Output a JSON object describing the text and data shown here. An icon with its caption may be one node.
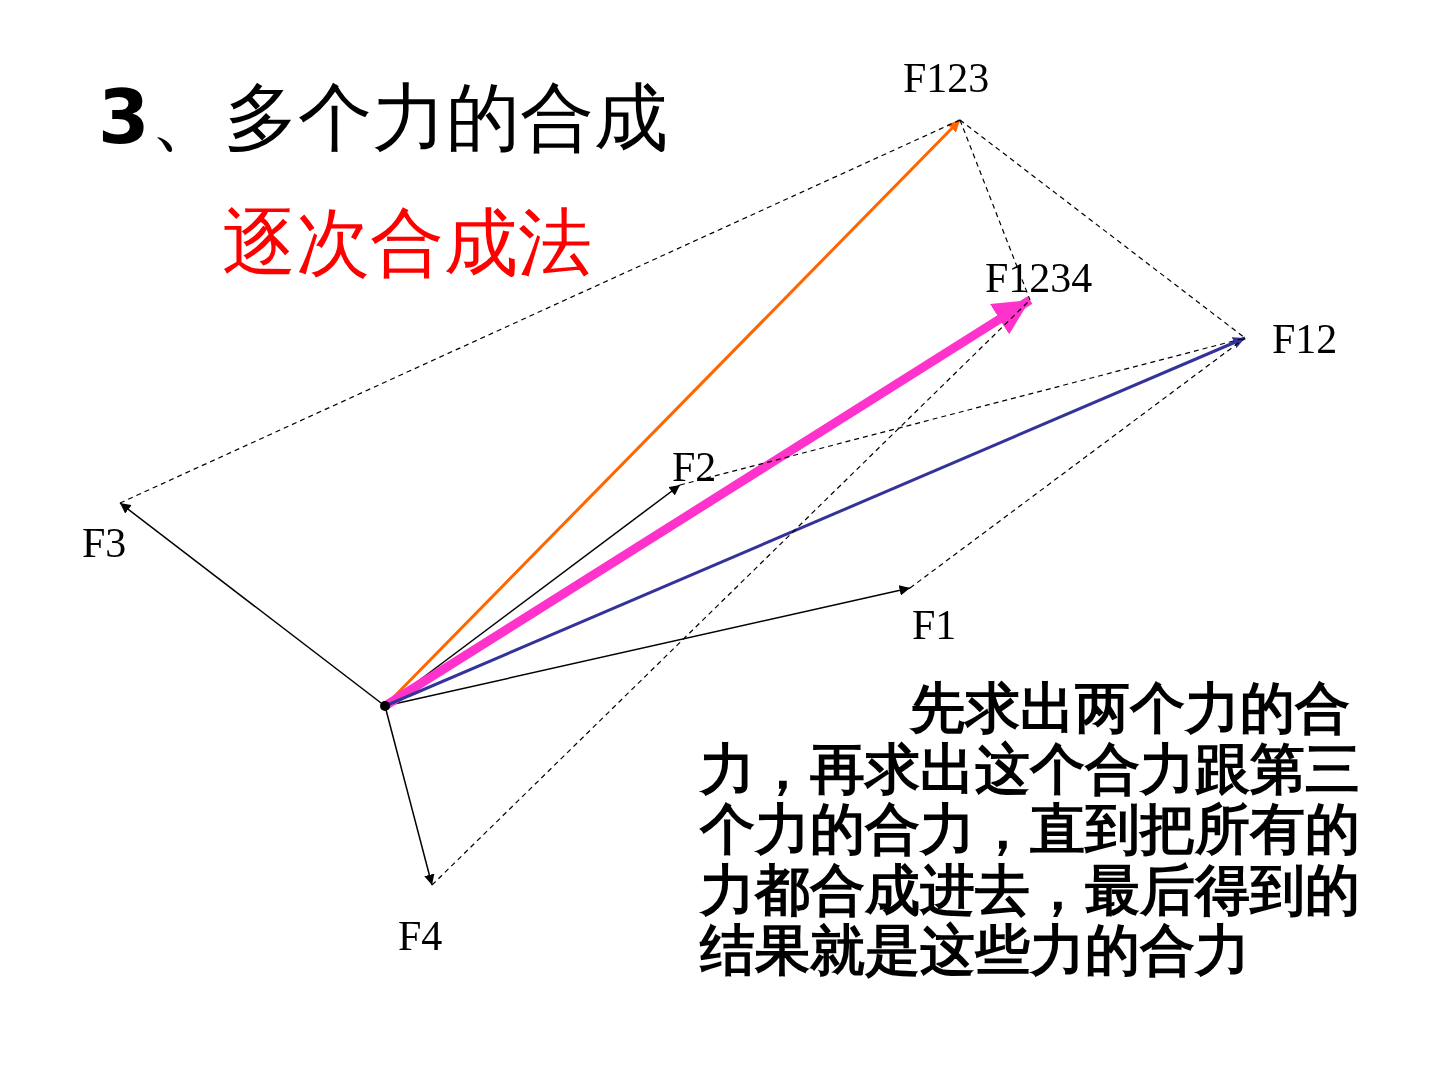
{
  "diagram": {
    "title": "**3**、多个力的合成",
    "nodes": [
      {
        "text": [],
        "shape": "circle"
      },
      {
        "text": [
          "F123"
        ]
      },
      {
        "text": [
          "F1234"
        ]
      },
      {
        "text": [
          "F12"
        ]
      },
      {
        "text": [
          "F2"
        ]
      },
      {
        "text": [
          "F3"
        ]
      },
      {
        "text": [
          "F1"
        ]
      },
      {
        "text": [
          "F4"
        ]
      }
    ],
    "edges": [
      {
        "from": 0,
        "to": 5,
        "arrow": "to"
      },
      {
        "from": 0,
        "to": 4,
        "arrow": "to"
      },
      {
        "from": 0,
        "to": 6,
        "arrow": "to"
      },
      {
        "from": 0,
        "to": 7,
        "arrow": "to"
      },
      {
        "from": 0,
        "to": 1,
        "arrow": "to",
        "color": "#ff6600"
      },
      {
        "from": 0,
        "to": 2,
        "arrow": "to",
        "style": "thick",
        "color": "#ff33cc"
      },
      {
        "from": 0,
        "to": 3,
        "arrow": "to",
        "color": "#333399"
      },
      {
        "from": 5,
        "to": 1,
        "arrow": "none",
        "style": "dashed"
      },
      {
        "from": 1,
        "to": 3,
        "arrow": "none",
        "style": "dashed"
      },
      {
        "from": 1,
        "to": 2,
        "arrow": "none",
        "style": "dashed"
      },
      {
        "from": 4,
        "to": 3,
        "arrow": "none",
        "style": "dashed"
      },
      {
        "from": 6,
        "to": 3,
        "arrow": "none",
        "style": "dashed"
      },
      {
        "from": 7,
        "to": 2,
        "arrow": "none",
        "style": "dashed"
      }
    ],
    "labels": [
      "逐次合成法",
      "先求出两个力的合力，再求出这个合力跟第三个力的合力，直到把所有的力都合成进去，最后得到的结果就是这些力的合力"
    ]
  }
}
